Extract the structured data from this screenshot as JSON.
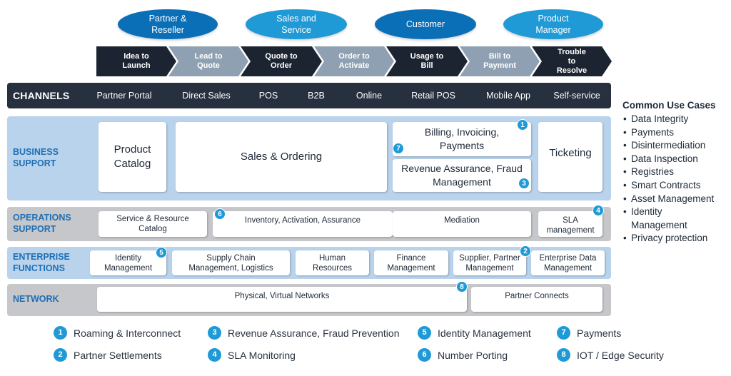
{
  "personas": [
    {
      "label": "Partner &\nReseller",
      "tone": "dark"
    },
    {
      "label": "Sales and\nService",
      "tone": "light"
    },
    {
      "label": "Customer",
      "tone": "dark"
    },
    {
      "label": "Product\nManager",
      "tone": "light"
    }
  ],
  "processes": [
    {
      "label": "Idea to\nLaunch",
      "tone": "dark"
    },
    {
      "label": "Lead to\nQuote",
      "tone": "light"
    },
    {
      "label": "Quote to\nOrder",
      "tone": "dark"
    },
    {
      "label": "Order to\nActivate",
      "tone": "light"
    },
    {
      "label": "Usage to\nBill",
      "tone": "dark"
    },
    {
      "label": "Bill to\nPayment",
      "tone": "light"
    },
    {
      "label": "Trouble\nto\nResolve",
      "tone": "dark"
    }
  ],
  "channels": {
    "title": "CHANNELS",
    "items": [
      "Partner Portal",
      "Direct Sales",
      "POS",
      "B2B",
      "Online",
      "Retail POS",
      "Mobile App",
      "Self-service"
    ]
  },
  "business_support": {
    "label": "BUSINESS\nSUPPORT",
    "product_catalog": "Product\nCatalog",
    "sales_ordering": "Sales & Ordering",
    "billing": "Billing, Invoicing,\nPayments",
    "revenue_assurance": "Revenue Assurance, Fraud\nManagement",
    "ticketing": "Ticketing",
    "badge_billing_right": "1",
    "badge_billing_left": "7",
    "badge_revenue": "3"
  },
  "operations_support": {
    "label": "OPERATIONS\nSUPPORT",
    "service_catalog": "Service & Resource\nCatalog",
    "inventory": "Inventory, Activation, Assurance",
    "mediation": "Mediation",
    "sla": "SLA\nmanagement",
    "badge_inventory": "6",
    "badge_sla": "4"
  },
  "enterprise_functions": {
    "label": "ENTERPRISE\nFUNCTIONS",
    "identity": "Identity\nManagement",
    "supply_chain": "Supply Chain\nManagement, Logistics",
    "human_resources": "Human\nResources",
    "finance": "Finance\nManagement",
    "supplier": "Supplier, Partner\nManagement",
    "enterprise_data": "Enterprise Data\nManagement",
    "badge_identity": "5",
    "badge_supplier": "2"
  },
  "network": {
    "label": "NETWORK",
    "physical": "Physical, Virtual Networks",
    "partner_connects": "Partner Connects",
    "badge_network": "8"
  },
  "use_cases": {
    "title": "Common Use Cases",
    "items": [
      "Data Integrity",
      "Payments",
      "Disintermediation",
      "Data Inspection",
      "Registries",
      "Smart Contracts",
      "Asset Management",
      "Identity\nManagement",
      "Privacy protection"
    ]
  },
  "legend": [
    {
      "num": "1",
      "label": "Roaming & Interconnect"
    },
    {
      "num": "2",
      "label": "Partner Settlements"
    },
    {
      "num": "3",
      "label": "Revenue Assurance, Fraud Prevention"
    },
    {
      "num": "4",
      "label": "SLA Monitoring"
    },
    {
      "num": "5",
      "label": "Identity Management"
    },
    {
      "num": "6",
      "label": "Number Porting"
    },
    {
      "num": "7",
      "label": "Payments"
    },
    {
      "num": "8",
      "label": "IOT / Edge Security"
    }
  ],
  "colors": {
    "dark_blue": "#0b6fb8",
    "light_blue": "#1f9ad6",
    "chevron_dark": "#1c2431",
    "chevron_light": "#8fa0b2",
    "channel_bar": "#27303e",
    "layer_blue": "#b9d3ec",
    "layer_grey": "#c5c7ca",
    "label_blue": "#1f6fb5"
  }
}
